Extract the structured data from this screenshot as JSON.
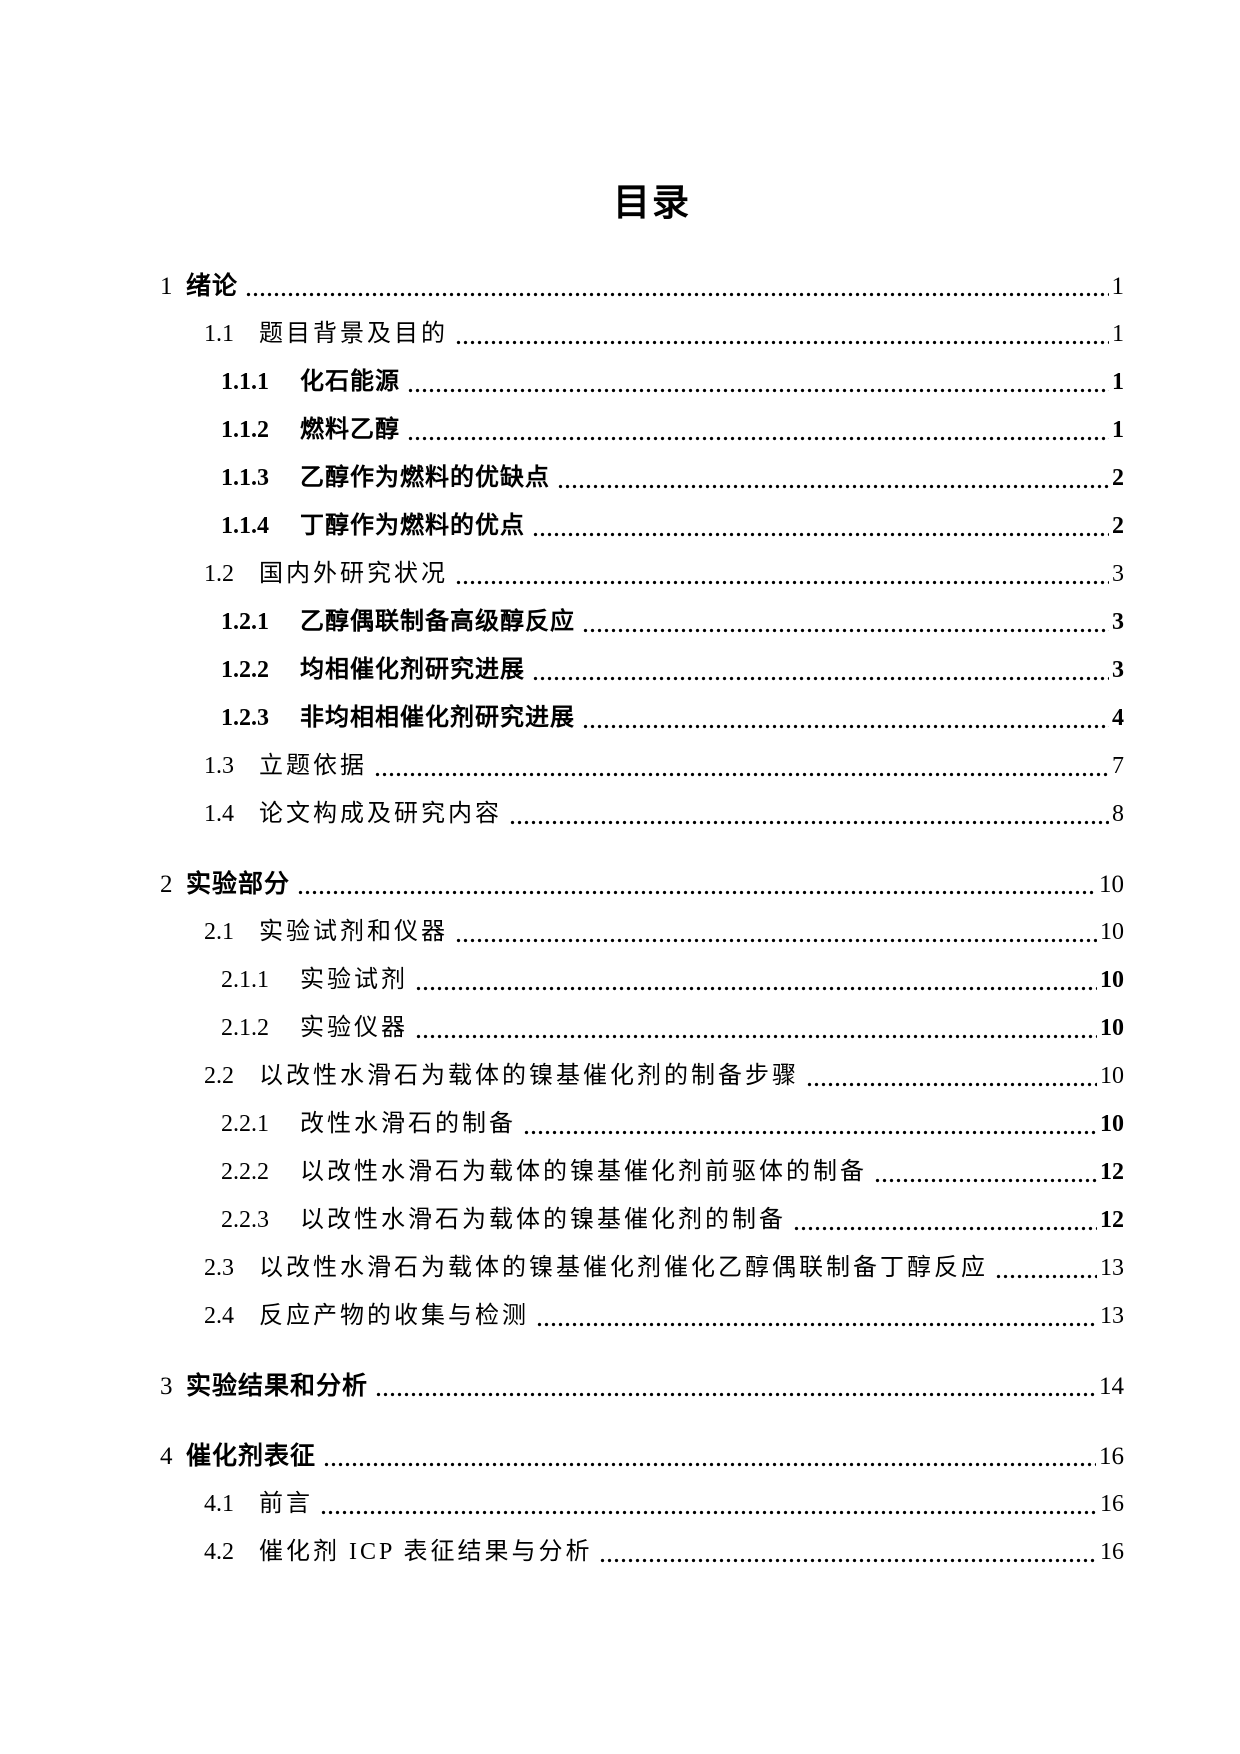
{
  "document": {
    "title": "目录"
  },
  "colors": {
    "text": "#000000",
    "background": "#ffffff"
  },
  "toc": {
    "entries": [
      {
        "level": 1,
        "num": "1",
        "title": "绪论",
        "page": "1",
        "title_bold": true,
        "num_bold": false,
        "page_bold": false
      },
      {
        "level": 2,
        "num": "1.1",
        "title": "题目背景及目的",
        "page": "1",
        "title_bold": false,
        "num_bold": false,
        "page_bold": false
      },
      {
        "level": 3,
        "num": "1.1.1",
        "title": "化石能源",
        "page": "1",
        "title_bold": true,
        "num_bold": true,
        "page_bold": true
      },
      {
        "level": 3,
        "num": "1.1.2",
        "title": "燃料乙醇",
        "page": "1",
        "title_bold": true,
        "num_bold": true,
        "page_bold": true
      },
      {
        "level": 3,
        "num": "1.1.3",
        "title": "乙醇作为燃料的优缺点",
        "page": "2",
        "title_bold": true,
        "num_bold": true,
        "page_bold": true
      },
      {
        "level": 3,
        "num": "1.1.4",
        "title": "丁醇作为燃料的优点",
        "page": "2",
        "title_bold": true,
        "num_bold": true,
        "page_bold": true
      },
      {
        "level": 2,
        "num": "1.2",
        "title": "国内外研究状况",
        "page": "3",
        "title_bold": false,
        "num_bold": false,
        "page_bold": false
      },
      {
        "level": 3,
        "num": "1.2.1",
        "title": "乙醇偶联制备高级醇反应",
        "page": "3",
        "title_bold": true,
        "num_bold": true,
        "page_bold": true
      },
      {
        "level": 3,
        "num": "1.2.2",
        "title": "均相催化剂研究进展",
        "page": "3",
        "title_bold": true,
        "num_bold": true,
        "page_bold": true
      },
      {
        "level": 3,
        "num": "1.2.3",
        "title": "非均相相催化剂研究进展",
        "page": "4",
        "title_bold": true,
        "num_bold": true,
        "page_bold": true
      },
      {
        "level": 2,
        "num": "1.3",
        "title": "立题依据",
        "page": "7",
        "title_bold": false,
        "num_bold": false,
        "page_bold": false
      },
      {
        "level": 2,
        "num": "1.4",
        "title": "论文构成及研究内容",
        "page": "8",
        "title_bold": false,
        "num_bold": false,
        "page_bold": false
      },
      {
        "level": 1,
        "num": "2",
        "title": "实验部分",
        "page": "10",
        "title_bold": true,
        "num_bold": false,
        "page_bold": false
      },
      {
        "level": 2,
        "num": "2.1",
        "title": "实验试剂和仪器",
        "page": "10",
        "title_bold": false,
        "num_bold": false,
        "page_bold": false
      },
      {
        "level": 3,
        "num": "2.1.1",
        "title": "实验试剂",
        "page": "10",
        "title_bold": false,
        "num_bold": false,
        "page_bold": true
      },
      {
        "level": 3,
        "num": "2.1.2",
        "title": "实验仪器",
        "page": "10",
        "title_bold": false,
        "num_bold": false,
        "page_bold": true
      },
      {
        "level": 2,
        "num": "2.2",
        "title": "以改性水滑石为载体的镍基催化剂的制备步骤",
        "page": "10",
        "title_bold": false,
        "num_bold": false,
        "page_bold": false
      },
      {
        "level": 3,
        "num": "2.2.1",
        "title": "改性水滑石的制备",
        "page": "10",
        "title_bold": false,
        "num_bold": false,
        "page_bold": true
      },
      {
        "level": 3,
        "num": "2.2.2",
        "title": "以改性水滑石为载体的镍基催化剂前驱体的制备",
        "page": "12",
        "title_bold": false,
        "num_bold": false,
        "page_bold": true
      },
      {
        "level": 3,
        "num": "2.2.3",
        "title": "以改性水滑石为载体的镍基催化剂的制备",
        "page": "12",
        "title_bold": false,
        "num_bold": false,
        "page_bold": true
      },
      {
        "level": 2,
        "num": "2.3",
        "title": "以改性水滑石为载体的镍基催化剂催化乙醇偶联制备丁醇反应",
        "page": "13",
        "title_bold": false,
        "num_bold": false,
        "page_bold": false
      },
      {
        "level": 2,
        "num": "2.4",
        "title": "反应产物的收集与检测",
        "page": "13",
        "title_bold": false,
        "num_bold": false,
        "page_bold": false
      },
      {
        "level": 1,
        "num": "3",
        "title": "实验结果和分析",
        "page": "14",
        "title_bold": true,
        "num_bold": false,
        "page_bold": false
      },
      {
        "level": 1,
        "num": "4",
        "title": "催化剂表征",
        "page": "16",
        "title_bold": true,
        "num_bold": false,
        "page_bold": false
      },
      {
        "level": 2,
        "num": "4.1",
        "title": "前言",
        "page": "16",
        "title_bold": false,
        "num_bold": false,
        "page_bold": false
      },
      {
        "level": 2,
        "num": "4.2",
        "title": "催化剂 ICP 表征结果与分析",
        "page": "16",
        "title_bold": false,
        "num_bold": false,
        "page_bold": false
      }
    ]
  }
}
